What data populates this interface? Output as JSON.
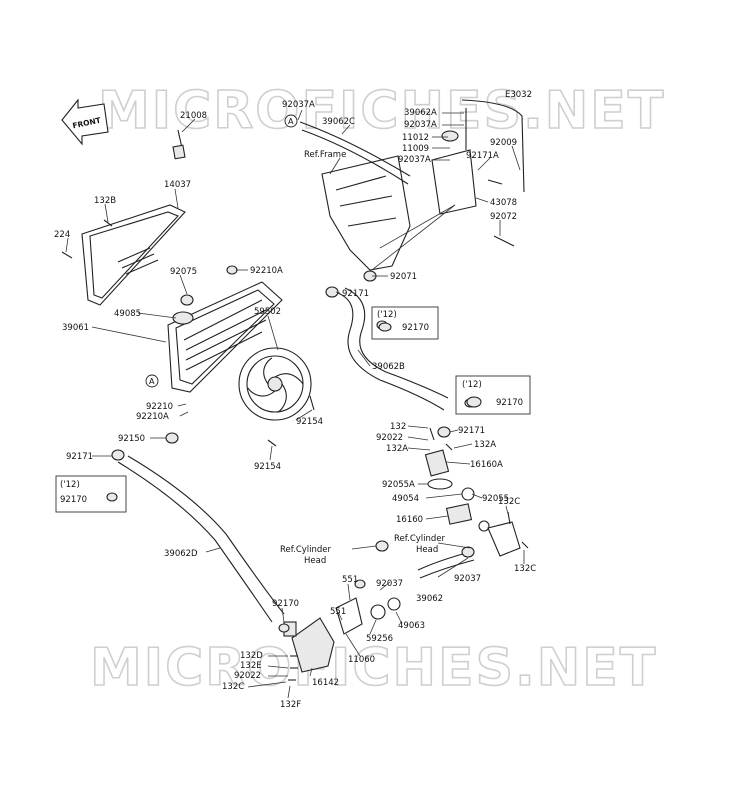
{
  "code": "E3032",
  "front_badge": "FRONT",
  "watermark": "MICROFICHES.NET",
  "callout_a": "A",
  "labels": {
    "l_21008": "21008",
    "l_92037A_top": "92037A",
    "l_39062C": "39062C",
    "l_refframe": "Ref.Frame",
    "l_39062A": "39062A",
    "l_92037A_b": "92037A",
    "l_11012": "11012",
    "l_11009": "11009",
    "l_92037A_c": "92037A",
    "l_92009": "92009",
    "l_92171A": "92171A",
    "l_43078": "43078",
    "l_92072": "92072",
    "l_92071": "92071",
    "l_132B": "132B",
    "l_14037": "14037",
    "l_224": "224",
    "l_92075": "92075",
    "l_92210A_t": "92210A",
    "l_92171_t": "92171",
    "l_49085": "49085",
    "l_39061": "39061",
    "l_59502": "59502",
    "l_39062B": "39062B",
    "l_92210": "92210",
    "l_92210A_b": "92210A",
    "l_92150": "92150",
    "l_92154_a": "92154",
    "l_92154_b": "92154",
    "l_92171_l": "92171",
    "l_132": "132",
    "l_92022": "92022",
    "l_132A_a": "132A",
    "l_92171_r": "92171",
    "l_132A_b": "132A",
    "l_16160A": "16160A",
    "l_92055A": "92055A",
    "l_49054": "49054",
    "l_92055": "92055",
    "l_132C_r": "132C",
    "l_16160": "16160",
    "l_refcyl_l1": "Ref.Cylinder",
    "l_refcyl_l2": "Head",
    "l_refcyl_r1": "Ref.Cylinder",
    "l_refcyl_r2": "Head",
    "l_132C_rb": "132C",
    "l_39062D": "39062D",
    "l_551_a": "551",
    "l_551_b": "551",
    "l_92037_a": "92037",
    "l_92037_b": "92037",
    "l_39062": "39062",
    "l_92170_m": "92170",
    "l_49063": "49063",
    "l_59256": "59256",
    "l_11060": "11060",
    "l_132D": "132D",
    "l_132E": "132E",
    "l_92022_b": "92022",
    "l_132C_b": "132C",
    "l_16142": "16142",
    "l_132F": "132F"
  },
  "boxes": [
    {
      "year": "('12)",
      "part": "92170"
    },
    {
      "year": "('12)",
      "part": "92170"
    },
    {
      "year": "('12)",
      "part": "92170"
    }
  ]
}
